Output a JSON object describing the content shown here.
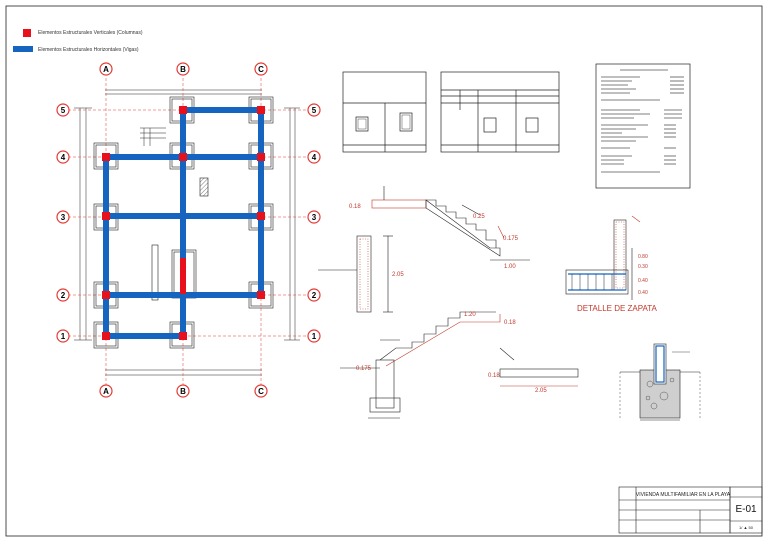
{
  "legend": {
    "items": [
      {
        "label": "Elementos Estructurales Verticales (Columnas)",
        "color": "#e8101a"
      },
      {
        "label": "Elementos Estructurales Horizontales (Vigas)",
        "color": "#1565c0"
      }
    ]
  },
  "axes": {
    "columns_top": [
      "A",
      "B",
      "C"
    ],
    "columns_bottom": [
      "A",
      "B",
      "C"
    ],
    "rows_left": [
      "5",
      "4",
      "3",
      "2",
      "1"
    ],
    "rows_right": [
      "5",
      "4",
      "3",
      "2",
      "1"
    ]
  },
  "dimensions": {
    "slab_thickness": "0.18",
    "step_tread": "0.25",
    "step_riser": "0.175",
    "run_length": "1.00",
    "column_height": "2.05",
    "lower_stair_tread": "1.20",
    "lower_stair_thickness": "0.18",
    "lower_riser": "0.175",
    "lower_landing_thickness": "0.18",
    "lower_landing_length": "2.05",
    "zapata_a": "0.80",
    "zapata_b": "0.30",
    "zapata_c": "0.40",
    "zapata_d": "0.40"
  },
  "details": {
    "zapata_title": "DETALLE DE ZAPATA"
  },
  "title_block": {
    "title": "VIVIENDA MULTIFAMILIAR EN LA PLAYA",
    "sheet_code": "E-01",
    "scale": "1/ ▲ 50"
  },
  "colors": {
    "beam": "#1565c0",
    "column": "#e8101a",
    "dimension": "#c0392b",
    "line": "#111111"
  }
}
